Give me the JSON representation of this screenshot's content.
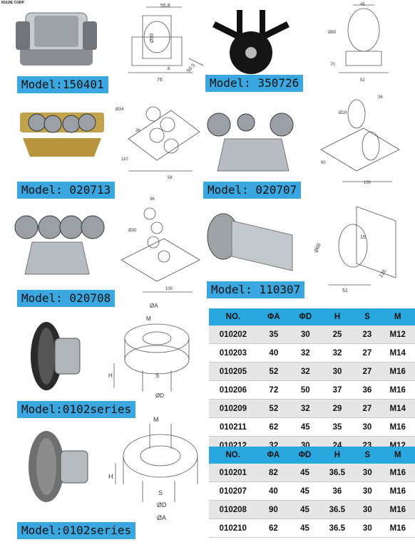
{
  "corp": "RUIJIE CORP",
  "models": {
    "m1": "Model:150401",
    "m2": "Model: 350726",
    "m3": "Model: 020713",
    "m4": "Model: 020707",
    "m5": "Model: 020708",
    "m6": "Model: 110307",
    "m7": "Model:0102series",
    "m8": "Model:0102series"
  },
  "dims": {
    "d1": [
      "55.8",
      "Ø50",
      "76",
      "6",
      "50.5"
    ],
    "d2": [
      "45",
      "Ø80",
      "70",
      "52"
    ],
    "d3": [
      "Ø34",
      "36",
      "110",
      "58"
    ],
    "d4": [
      "Ø20",
      "36",
      "90",
      "100"
    ],
    "d5": [
      "36",
      "Ø30",
      "100"
    ],
    "d6": [
      "15",
      "Ø68",
      "135",
      "51"
    ],
    "d7": [
      "ØA",
      "M",
      "H",
      "S",
      "ØD"
    ],
    "d8": [
      "M",
      "H",
      "S",
      "ØD",
      "ØA"
    ]
  },
  "table1": {
    "headers": [
      "NO.",
      "ΦA",
      "ΦD",
      "H",
      "S",
      "M"
    ],
    "rows": [
      [
        "010202",
        "35",
        "30",
        "25",
        "23",
        "M12"
      ],
      [
        "010203",
        "40",
        "32",
        "32",
        "27",
        "M14"
      ],
      [
        "010205",
        "52",
        "32",
        "30",
        "27",
        "M16"
      ],
      [
        "010206",
        "72",
        "50",
        "37",
        "36",
        "M16"
      ],
      [
        "010209",
        "52",
        "32",
        "29",
        "27",
        "M14"
      ],
      [
        "010211",
        "62",
        "45",
        "35",
        "30",
        "M16"
      ],
      [
        "010212",
        "32",
        "30",
        "24",
        "23",
        "M12"
      ]
    ]
  },
  "table2": {
    "headers": [
      "NO.",
      "ΦA",
      "ΦD",
      "H",
      "S",
      "M"
    ],
    "rows": [
      [
        "010201",
        "82",
        "45",
        "36.5",
        "30",
        "M16"
      ],
      [
        "010207",
        "40",
        "45",
        "36",
        "30",
        "M16"
      ],
      [
        "010208",
        "90",
        "45",
        "36.5",
        "30",
        "M16"
      ],
      [
        "010210",
        "62",
        "45",
        "36.5",
        "30",
        "M16"
      ]
    ]
  }
}
